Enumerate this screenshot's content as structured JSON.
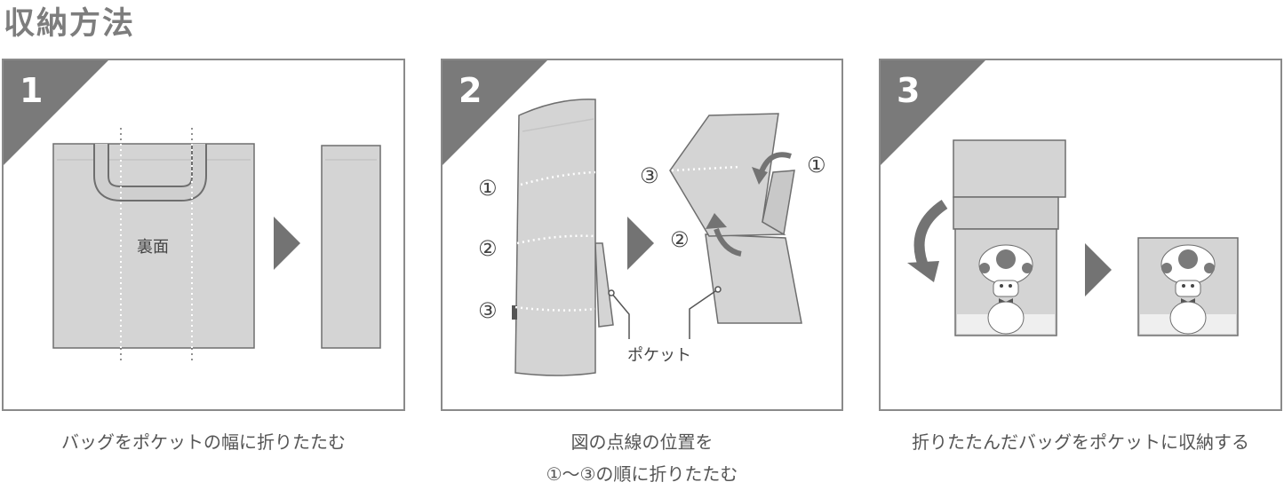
{
  "title": "収納方法",
  "steps": [
    {
      "number": "1",
      "caption": "バッグをポケットの幅に折りたたむ",
      "label_back": "裏面"
    },
    {
      "number": "2",
      "caption_line1": "図の点線の位置を",
      "caption_line2": "①〜③の順に折りたたむ",
      "mark1": "①",
      "mark2": "②",
      "mark3": "③",
      "label_pocket": "ポケット"
    },
    {
      "number": "3",
      "caption": "折りたたんだバッグをポケットに収納する"
    }
  ],
  "colors": {
    "frame": "#8a8a8a",
    "corner": "#7a7a7a",
    "bag": "#d4d4d4",
    "bag_edge": "#6e6e6e",
    "arrow": "#737373"
  }
}
